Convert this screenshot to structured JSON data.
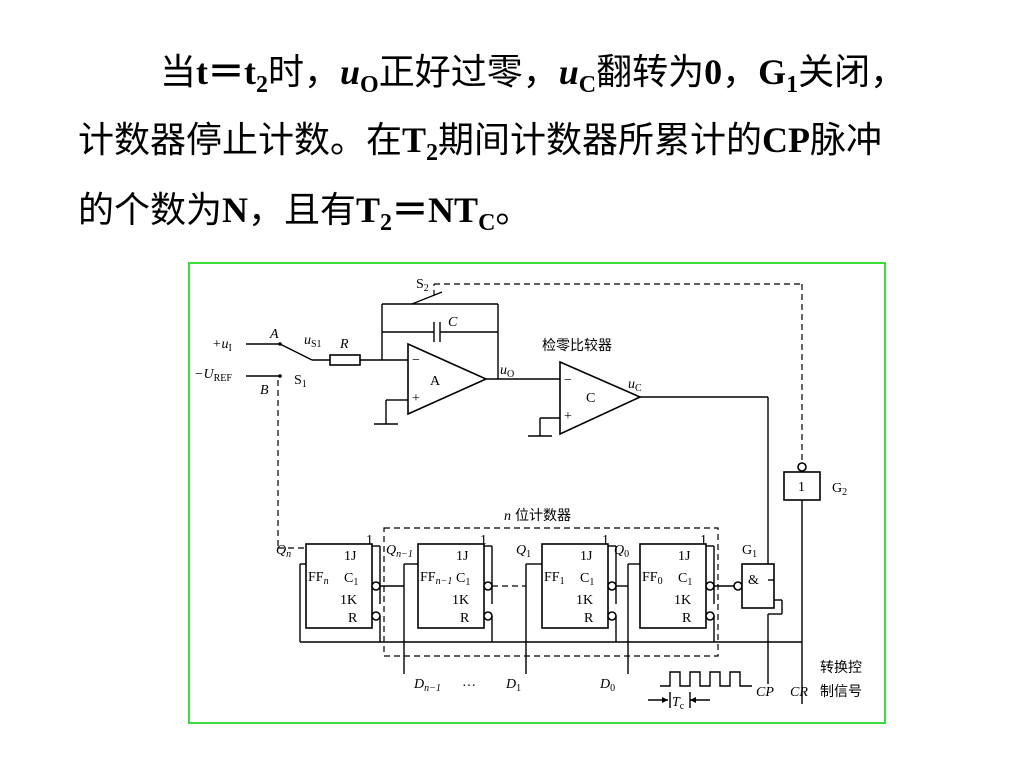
{
  "text": {
    "line1": {
      "p1": "当",
      "t_eq": "t＝t",
      "sub_2a": "2",
      "p2": "时，",
      "uO": "u",
      "uO_sub": "O",
      "p3": "正好过零，",
      "uC": "u",
      "uC_sub": "C",
      "p4": "翻转为",
      "zero": "0",
      "p5": "，",
      "G": "G",
      "G_sub": "1",
      "p6": "关闭，"
    },
    "line2": {
      "p1": "计数器停止计数。在",
      "T": "T",
      "T_sub": "2",
      "p2": "期间计数器所累计的",
      "CP": "CP",
      "p3": "脉冲"
    },
    "line3": {
      "p1": "的个数为",
      "N": "N",
      "p2": "，且有",
      "T": "T",
      "T_sub": "2",
      "eq": "＝NT",
      "eq_sub": "C",
      "p3": "。"
    }
  },
  "figure": {
    "input_plus": "+u",
    "input_plus_sub": "I",
    "input_minus": "−U",
    "input_minus_sub": "REF",
    "node_A": "A",
    "node_B": "B",
    "us1": "u",
    "us1_sub": "S1",
    "resistor": "R",
    "switch_s1": "S",
    "switch_s1_sub": "1",
    "switch_s2": "S",
    "switch_s2_sub": "2",
    "capacitor": "C",
    "integrator_label": "A",
    "comparator_label": "C",
    "comparator_title": "检零比较器",
    "uO": "u",
    "uO_sub": "O",
    "uC": "u",
    "uC_sub": "C",
    "minus": "−",
    "plus": "+",
    "gate_G2_symbol": "1",
    "gate_G2": "G",
    "gate_G2_sub": "2",
    "gate_G1": "G",
    "gate_G1_sub": "1",
    "gate_G1_symbol": "&",
    "counter_title_n": "n",
    "counter_title": "位计数器",
    "ff": [
      {
        "q": "Q",
        "q_sub": "n",
        "name": "FF",
        "name_sub": "n"
      },
      {
        "q": "Q",
        "q_sub": "n−1",
        "name": "FF",
        "name_sub": "n−1"
      },
      {
        "q": "Q",
        "q_sub": "1",
        "name": "FF",
        "name_sub": "1"
      },
      {
        "q": "Q",
        "q_sub": "0",
        "name": "FF",
        "name_sub": "0"
      }
    ],
    "pin_1J": "1J",
    "pin_C1": "C",
    "pin_C1_sub": "1",
    "pin_1K": "1K",
    "pin_R": "R",
    "pin_one": "1",
    "outputs": [
      {
        "label": "D",
        "sub": "n−1"
      },
      {
        "label": "D",
        "sub": "1"
      },
      {
        "label": "D",
        "sub": "0"
      }
    ],
    "ellipsis": "…",
    "tc": "T",
    "tc_sub": "c",
    "cp": "CP",
    "cr": "CR",
    "control_line1": "转换控",
    "control_line2": "制信号"
  }
}
